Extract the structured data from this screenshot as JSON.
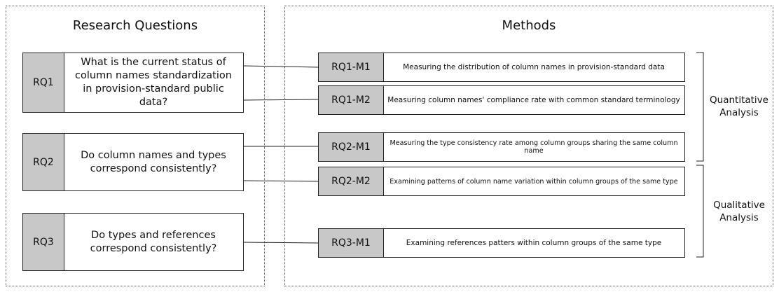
{
  "left_panel": {
    "title": "Research Questions"
  },
  "right_panel": {
    "title": "Methods"
  },
  "research_questions": [
    {
      "id": "RQ1",
      "text": "What is the current status of column names standardization in provision-standard public data?"
    },
    {
      "id": "RQ2",
      "text": "Do column names and types correspond consistently?"
    },
    {
      "id": "RQ3",
      "text": "Do types and references correspond consistently?"
    }
  ],
  "methods": [
    {
      "id": "RQ1-M1",
      "text": "Measuring the distribution of column names in provision-standard data"
    },
    {
      "id": "RQ1-M2",
      "text": "Measuring column names' compliance rate with common standard terminology"
    },
    {
      "id": "RQ2-M1",
      "text": "Measuring the type consistency rate among column groups sharing the same column name"
    },
    {
      "id": "RQ2-M2",
      "text": "Examining patterns of column name variation within column groups of the same type"
    },
    {
      "id": "RQ3-M1",
      "text": "Examining references patters within column groups of the same type"
    }
  ],
  "groups": [
    {
      "label": "Quantitative Analysis"
    },
    {
      "label": "Qualitative Analysis"
    }
  ]
}
